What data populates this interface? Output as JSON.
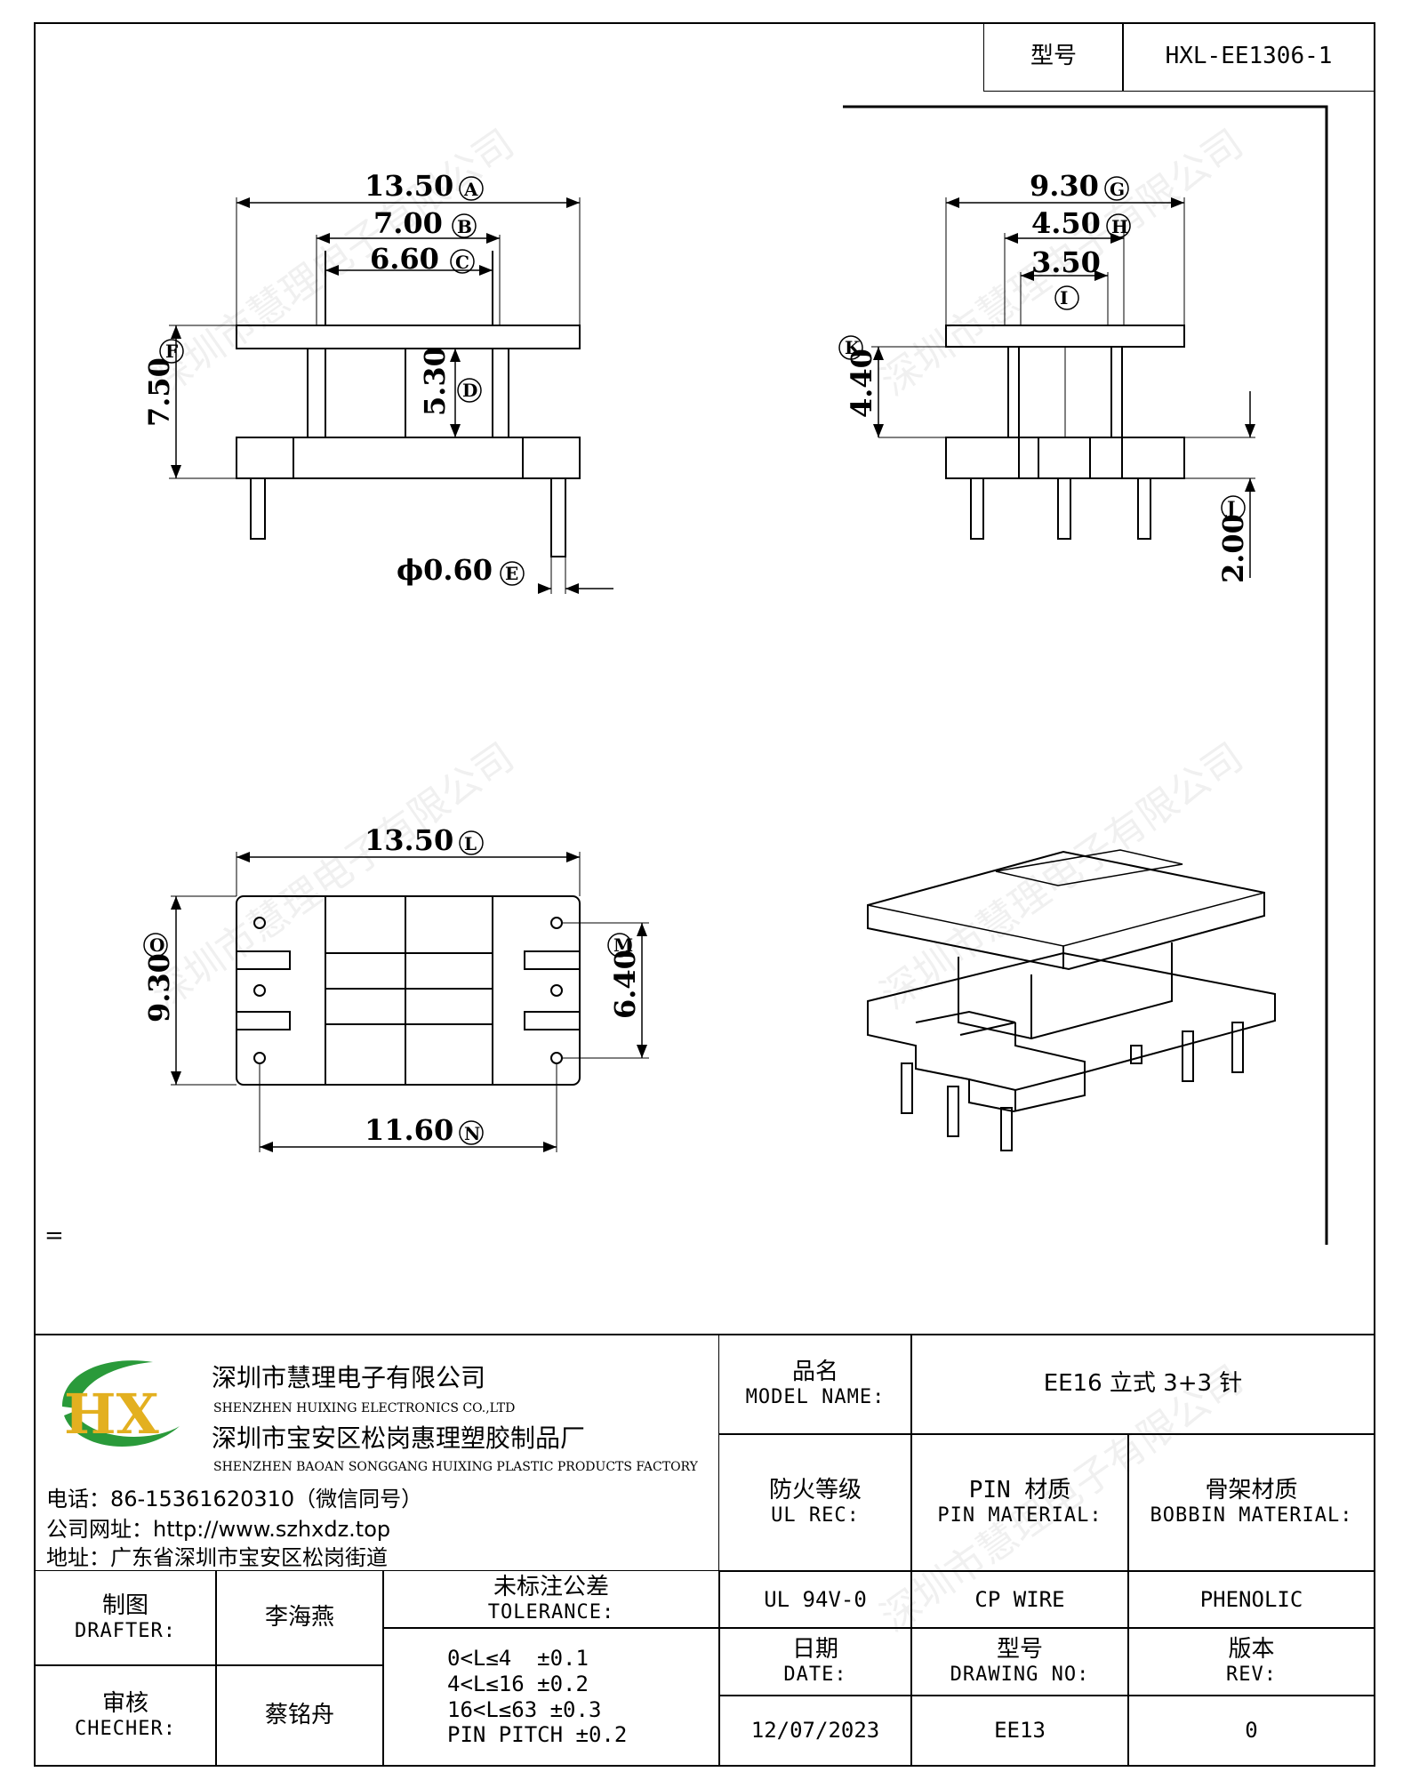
{
  "model_box": {
    "label": "型号",
    "value": "HXL-EE1306-1"
  },
  "dims": {
    "A": "13.50",
    "B": "7.00",
    "C": "6.60",
    "D": "5.30",
    "E": "ϕ0.60",
    "F": "7.50",
    "G": "9.30",
    "H": "4.50",
    "I": "3.50",
    "K": "4.40",
    "J": "2.00",
    "L": "13.50",
    "O": "9.30",
    "M": "6.40",
    "N": "11.60"
  },
  "circle_letters": {
    "A": "A",
    "B": "B",
    "C": "C",
    "D": "D",
    "E": "E",
    "F": "F",
    "G": "G",
    "H": "H",
    "I": "I",
    "K": "K",
    "J": "J",
    "L": "L",
    "O": "O",
    "M": "M",
    "N": "N"
  },
  "stray_mark": "=",
  "company": {
    "logo_text": "HX",
    "name_cn": "深圳市慧理电子有限公司",
    "name_en": "SHENZHEN HUIXING ELECTRONICS CO.,LTD",
    "factory_cn": "深圳市宝安区松岗惠理塑胶制品厂",
    "factory_en": "SHENZHEN BAOAN SONGGANG HUIXING PLASTIC PRODUCTS FACTORY",
    "phone": "电话：86-15361620310（微信同号）",
    "web": "公司网址：http://www.szhxdz.top",
    "address": "地址：广东省深圳市宝安区松岗街道"
  },
  "title_block": {
    "model_name_cn": "品名",
    "model_name_en": "MODEL NAME:",
    "model_name_value": "EE16 立式 3+3 针",
    "ul_cn": "防火等级",
    "ul_en": "UL REC:",
    "pin_cn": "PIN 材质",
    "pin_en": "PIN MATERIAL:",
    "bobbin_cn": "骨架材质",
    "bobbin_en": "BOBBIN MATERIAL:",
    "ul_value": "UL 94V-0",
    "pin_value": "CP WIRE",
    "bobbin_value": "PHENOLIC",
    "drafter_cn": "制图",
    "drafter_en": "DRAFTER:",
    "drafter_name": "李海燕",
    "checker_cn": "审核",
    "checker_en": "CHECHER:",
    "checker_name": "蔡铭舟",
    "tol_cn": "未标注公差",
    "tol_en": "TOLERANCE:",
    "tol_lines": [
      "0<L≤4  ±0.1",
      "4<L≤16 ±0.2",
      "16<L≤63 ±0.3",
      "PIN PITCH ±0.2"
    ],
    "date_cn": "日期",
    "date_en": "DATE:",
    "date_value": "12/07/2023",
    "dwg_cn": "型号",
    "dwg_en": "DRAWING NO:",
    "dwg_value": "EE13",
    "rev_cn": "版本",
    "rev_en": "REV:",
    "rev_value": "0"
  },
  "watermark": "深圳市慧理电子有限公司"
}
